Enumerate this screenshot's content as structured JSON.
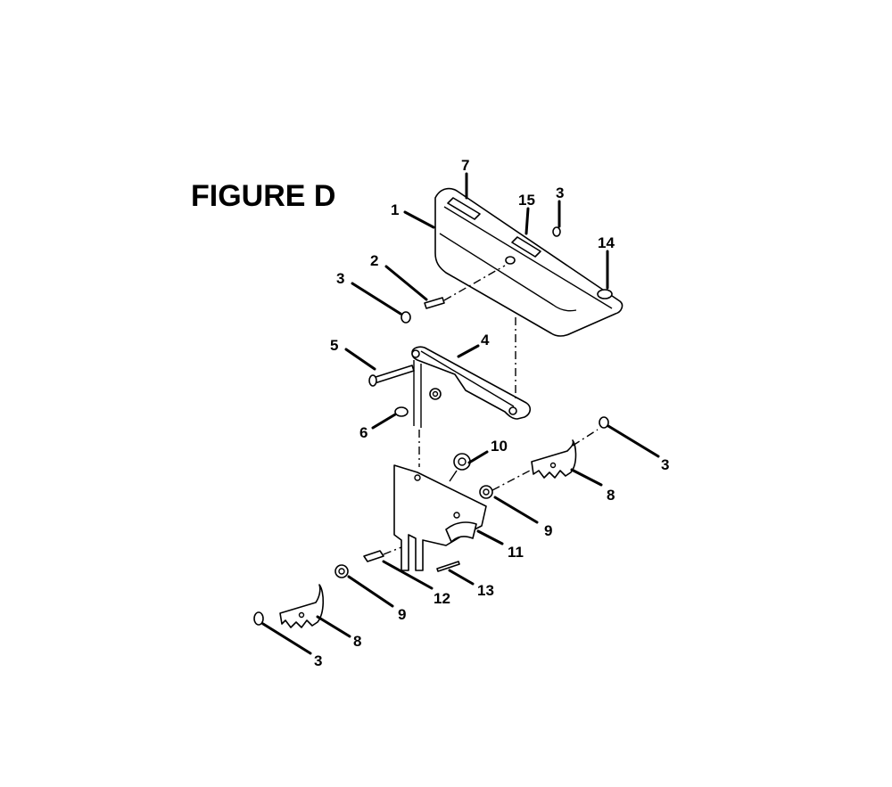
{
  "figure": {
    "title": "FIGURE D"
  },
  "callouts": {
    "c1": "1",
    "c2": "2",
    "c3_top": "3",
    "c3_left": "3",
    "c3_right": "3",
    "c3_bottom": "3",
    "c4": "4",
    "c5": "5",
    "c6": "6",
    "c7": "7",
    "c8_right": "8",
    "c8_left": "8",
    "c9_right": "9",
    "c9_left": "9",
    "c10": "10",
    "c11": "11",
    "c12": "12",
    "c13": "13",
    "c14": "14",
    "c15": "15"
  }
}
